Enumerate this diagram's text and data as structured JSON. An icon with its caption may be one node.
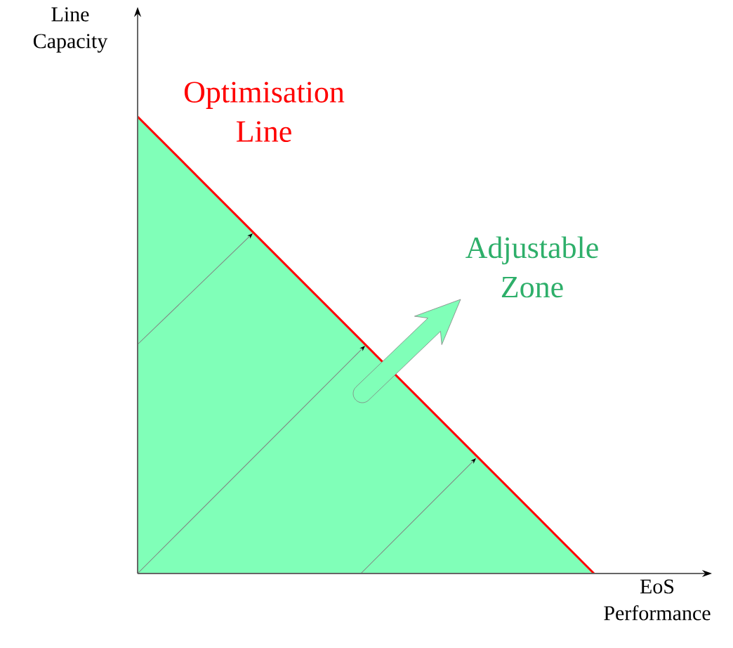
{
  "diagram": {
    "labels": [
      "Line Capacity",
      "Optimisation Line",
      "Adjustable Zone",
      "EoS Performance"
    ]
  }
}
